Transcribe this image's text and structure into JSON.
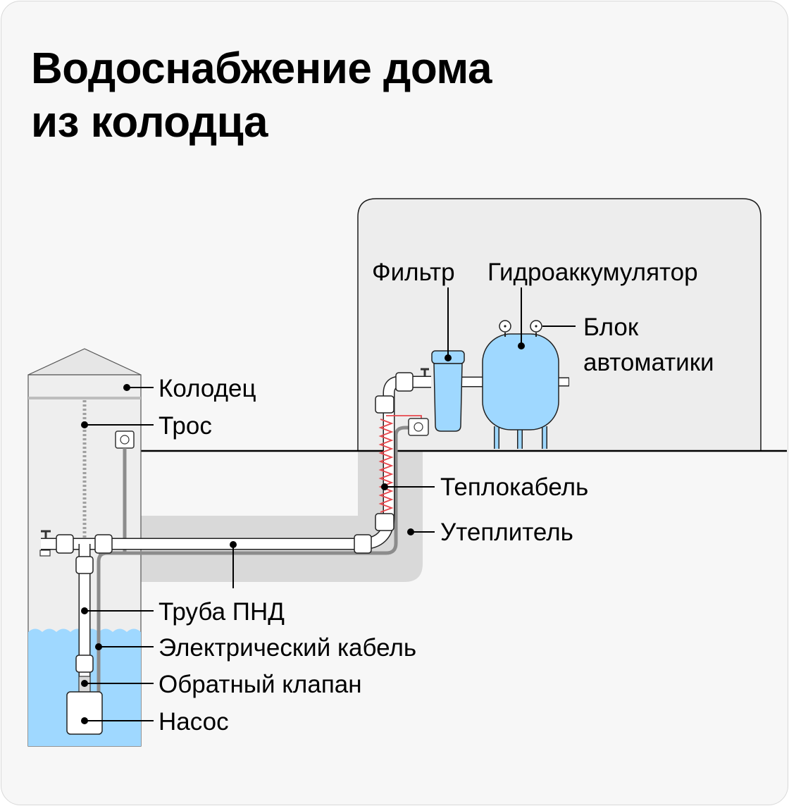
{
  "title": {
    "line1": "Водоснабжение дома",
    "line2": "из колодца"
  },
  "labels": {
    "filter": "Фильтр",
    "accumulator": "Гидроаккумулятор",
    "control_line1": "Блок",
    "control_line2": "автоматики",
    "well": "Колодец",
    "rope": "Трос",
    "heat_cable": "Теплокабель",
    "insulation": "Утеплитель",
    "pipe": "Труба ПНД",
    "electric_cable": "Электрический кабель",
    "check_valve": "Обратный клапан",
    "pump": "Насос"
  },
  "colors": {
    "water": "#9fd8ff",
    "tank": "#9fd8ff",
    "insulation": "#d9d9d9",
    "heat_cable": "#e8484d",
    "background": "#f7f7f7",
    "house": "#ededed"
  }
}
